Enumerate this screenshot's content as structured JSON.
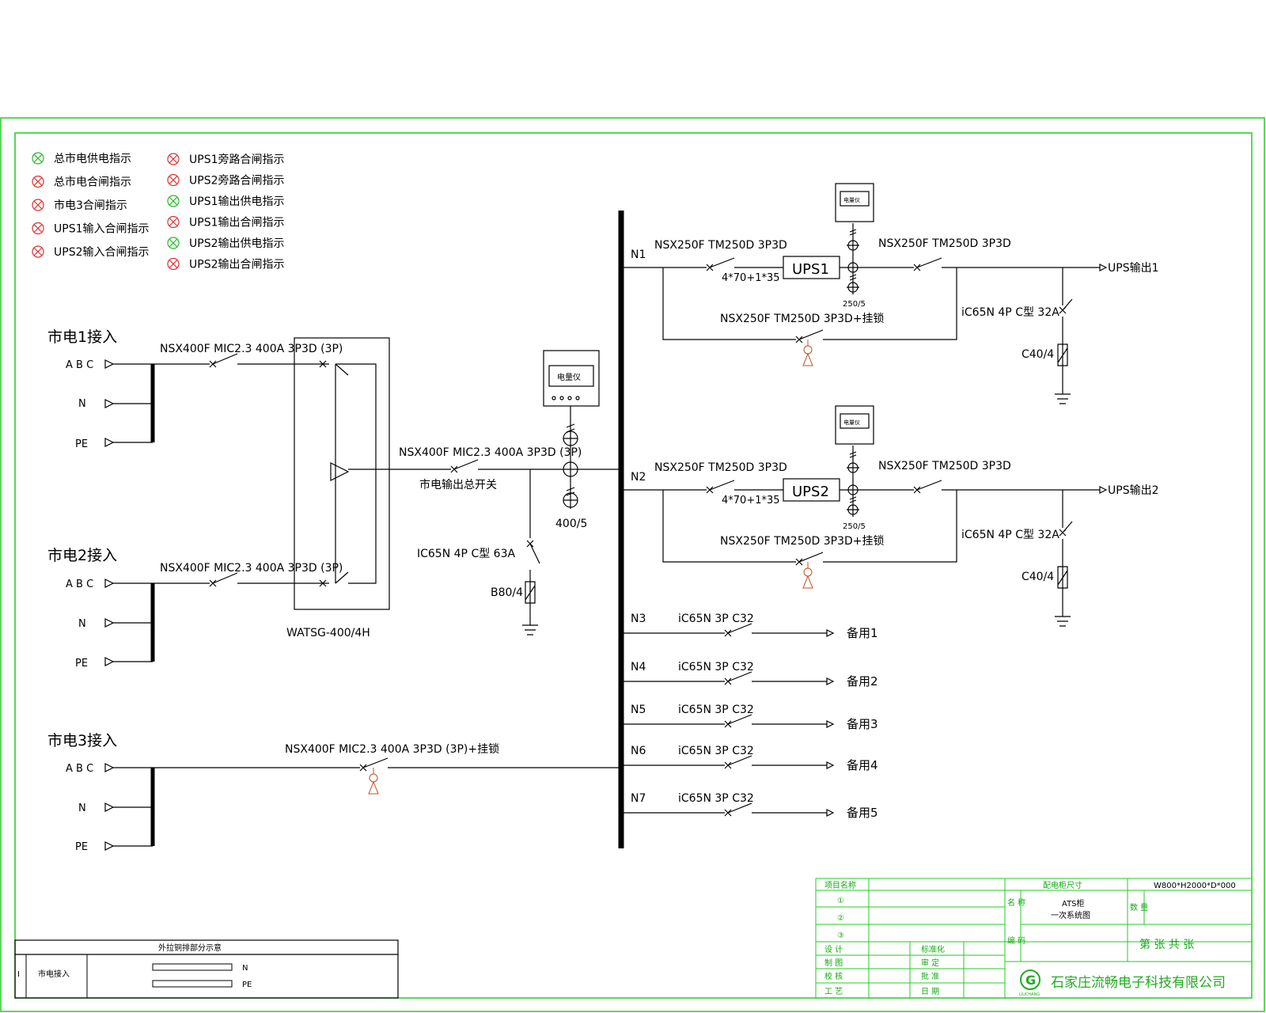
{
  "legend_left": [
    {
      "label": "总市电供电指示",
      "color": "#22bb22"
    },
    {
      "label": "总市电合闸指示",
      "color": "#e03030"
    },
    {
      "label": "市电3合闸指示",
      "color": "#e03030"
    },
    {
      "label": "UPS1输入合闸指示",
      "color": "#e03030"
    },
    {
      "label": "UPS2输入合闸指示",
      "color": "#e03030"
    }
  ],
  "legend_right": [
    {
      "label": "UPS1旁路合闸指示",
      "color": "#e03030"
    },
    {
      "label": "UPS2旁路合闸指示",
      "color": "#e03030"
    },
    {
      "label": "UPS1输出供电指示",
      "color": "#22bb22"
    },
    {
      "label": "UPS1输出合闸指示",
      "color": "#e03030"
    },
    {
      "label": "UPS2输出供电指示",
      "color": "#22bb22"
    },
    {
      "label": "UPS2输出合闸指示",
      "color": "#e03030"
    }
  ],
  "inputs": [
    {
      "title": "市电1接入",
      "abc": "A B C",
      "n": "N",
      "pe": "PE",
      "breaker": "NSX400F MIC2.3 400A 3P3D (3P)"
    },
    {
      "title": "市电2接入",
      "abc": "A B C",
      "n": "N",
      "pe": "PE",
      "breaker": "NSX400F MIC2.3 400A 3P3D (3P)"
    },
    {
      "title": "市电3接入",
      "abc": "A B C",
      "n": "N",
      "pe": "PE",
      "breaker": "NSX400F MIC2.3 400A 3P3D (3P)+挂锁"
    }
  ],
  "ats_label": "WATSG-400/4H",
  "main_breaker": "NSX400F MIC2.3 400A 3P3D (3P)",
  "main_switch": "市电输出总开关",
  "meter_label": "电量仪",
  "ct_main": "400/5",
  "spd_main": {
    "breaker": "IC65N 4P C型 63A",
    "spd": "B80/4"
  },
  "ups_branches": [
    {
      "n": "N1",
      "in_breaker": "NSX250F TM250D 3P3D",
      "cable": "4*70+1*35",
      "ups": "UPS1",
      "ct": "250/5",
      "out_breaker": "NSX250F TM250D 3P3D",
      "bypass": "NSX250F TM250D 3P3D+挂锁",
      "output": "UPS输出1",
      "spd_breaker": "iC65N 4P C型 32A",
      "spd": "C40/4"
    },
    {
      "n": "N2",
      "in_breaker": "NSX250F TM250D 3P3D",
      "cable": "4*70+1*35",
      "ups": "UPS2",
      "ct": "250/5",
      "out_breaker": "NSX250F TM250D 3P3D",
      "bypass": "NSX250F TM250D 3P3D+挂锁",
      "output": "UPS输出2",
      "spd_breaker": "iC65N 4P C型 32A",
      "spd": "C40/4"
    }
  ],
  "spare_branches": [
    {
      "n": "N3",
      "breaker": "iC65N 3P C32",
      "label": "备用1"
    },
    {
      "n": "N4",
      "breaker": "iC65N 3P C32",
      "label": "备用2"
    },
    {
      "n": "N5",
      "breaker": "iC65N 3P C32",
      "label": "备用3"
    },
    {
      "n": "N6",
      "breaker": "iC65N 3P C32",
      "label": "备用4"
    },
    {
      "n": "N7",
      "breaker": "iC65N 3P C32",
      "label": "备用5"
    }
  ],
  "busbar_box": {
    "title": "外拉铜排部分示意",
    "index": "I",
    "name": "市电接入",
    "n": "N",
    "pe": "PE"
  },
  "title_block": {
    "project_label": "项目名称",
    "cabinet_size_label": "配电柜尺寸",
    "cabinet_size": "W800*H2000*D*000",
    "c1": "①",
    "c2": "②",
    "c3": "③",
    "name_label": "名 称",
    "name": "ATS柜",
    "name2": "一次系统图",
    "qty_label": "数 量",
    "code_label": "编 码",
    "sheet": "第  张 共  张",
    "design": "设 计",
    "draw": "制 图",
    "check": "校 核",
    "craft": "工 艺",
    "standard": "标准化",
    "review": "审 定",
    "approve": "批 准",
    "date": "日 期",
    "company": "石家庄流畅电子科技有限公司",
    "logo_text": "LIUCHANG"
  }
}
